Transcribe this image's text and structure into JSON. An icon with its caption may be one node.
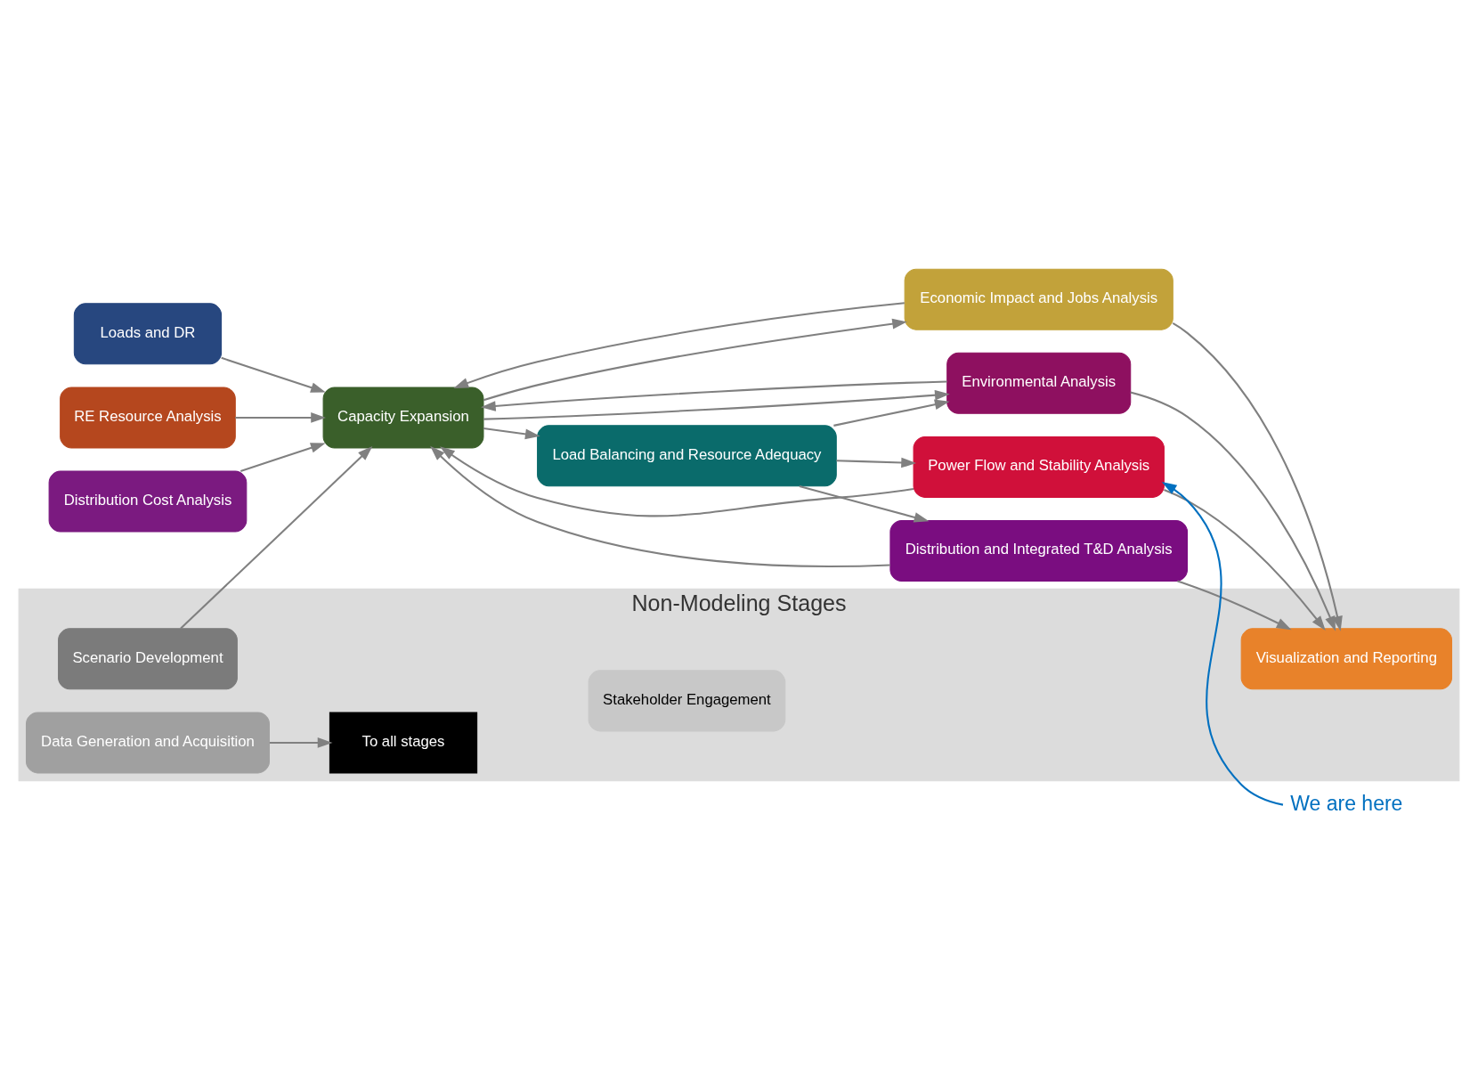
{
  "diagram": {
    "nodes": [
      {
        "text": [
          "Loads and DR"
        ]
      },
      {
        "text": [
          "RE Resource Analysis"
        ]
      },
      {
        "text": [
          "Distribution Cost Analysis"
        ]
      },
      {
        "text": [
          "Capacity Expansion"
        ]
      },
      {
        "text": [
          "Economic Impact and Jobs Analysis"
        ]
      },
      {
        "text": [
          "Environmental Analysis"
        ]
      },
      {
        "text": [
          "Load Balancing and Resource Adequacy"
        ]
      },
      {
        "text": [
          "Power Flow and Stability Analysis"
        ]
      },
      {
        "text": [
          "Distribution and Integrated T&D Analysis"
        ]
      },
      {
        "text": [
          "Non-Modeling Stages"
        ]
      },
      {
        "text": [
          "Scenario Development"
        ],
        "in": 9
      },
      {
        "text": [
          "Data Generation and Acquisition"
        ],
        "in": 9
      },
      {
        "text": [
          "To all stages"
        ],
        "in": 9
      },
      {
        "text": [
          "Visualization and Reporting"
        ],
        "in": 9
      },
      {
        "text": [
          "Stakeholder Engagement"
        ],
        "in": 9
      },
      {
        "text": [
          "We are here"
        ]
      }
    ],
    "edges": [
      {
        "from": 0,
        "to": 3,
        "arrow": "to"
      },
      {
        "from": 1,
        "to": 3,
        "arrow": "to"
      },
      {
        "from": 2,
        "to": 3,
        "arrow": "to"
      },
      {
        "from": 10,
        "to": 3,
        "arrow": "to"
      },
      {
        "from": 3,
        "to": 4,
        "arrow": "to"
      },
      {
        "from": 3,
        "to": 5,
        "arrow": "to"
      },
      {
        "from": 3,
        "to": 6,
        "arrow": "to"
      },
      {
        "from": 6,
        "to": 5,
        "arrow": "to"
      },
      {
        "from": 6,
        "to": 7,
        "arrow": "to"
      },
      {
        "from": 6,
        "to": 8,
        "arrow": "to"
      },
      {
        "from": 4,
        "to": 3,
        "arrow": "to"
      },
      {
        "from": 5,
        "to": 3,
        "arrow": "to"
      },
      {
        "from": 7,
        "to": 3,
        "arrow": "to"
      },
      {
        "from": 8,
        "to": 3,
        "arrow": "to"
      },
      {
        "from": 4,
        "to": 13,
        "arrow": "to"
      },
      {
        "from": 5,
        "to": 13,
        "arrow": "to"
      },
      {
        "from": 7,
        "to": 13,
        "arrow": "to"
      },
      {
        "from": 8,
        "to": 13,
        "arrow": "to"
      },
      {
        "from": 11,
        "to": 12,
        "arrow": "to"
      },
      {
        "from": 15,
        "to": 7,
        "arrow": "to",
        "color": "#0070c0"
      }
    ]
  }
}
